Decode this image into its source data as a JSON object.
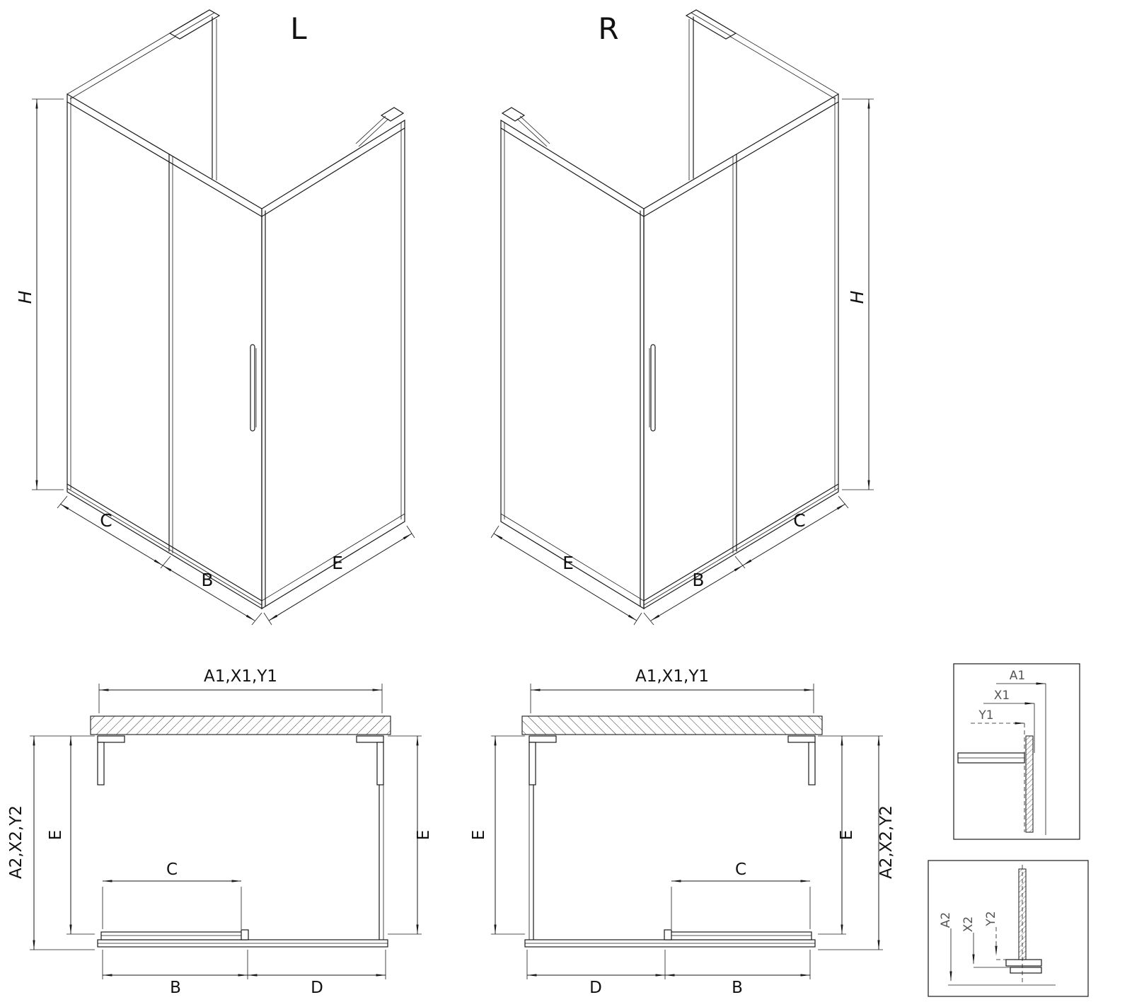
{
  "colors": {
    "line": "#1a1a1a",
    "background": "#ffffff",
    "detail_label": "#555555"
  },
  "iso_left": {
    "title": "L",
    "height": "H",
    "fixed_width": "C",
    "door_width": "B",
    "side_width": "E"
  },
  "iso_right": {
    "title": "R",
    "height": "H",
    "fixed_width": "C",
    "door_width": "B",
    "side_width": "E"
  },
  "plan_left": {
    "width_top": "A1,X1,Y1",
    "width_side": "A2,X2,Y2",
    "depth_left": "E",
    "depth_right": "E",
    "opening": "C",
    "door": "B",
    "fixed": "D"
  },
  "plan_right": {
    "width_top": "A1,X1,Y1",
    "width_side": "A2,X2,Y2",
    "depth_left": "E",
    "depth_right": "E",
    "opening": "C",
    "door": "B",
    "fixed": "D"
  },
  "detail_top": {
    "a1": "A1",
    "x1": "X1",
    "y1": "Y1"
  },
  "detail_bottom": {
    "a2": "A2",
    "x2": "X2",
    "y2": "Y2"
  }
}
